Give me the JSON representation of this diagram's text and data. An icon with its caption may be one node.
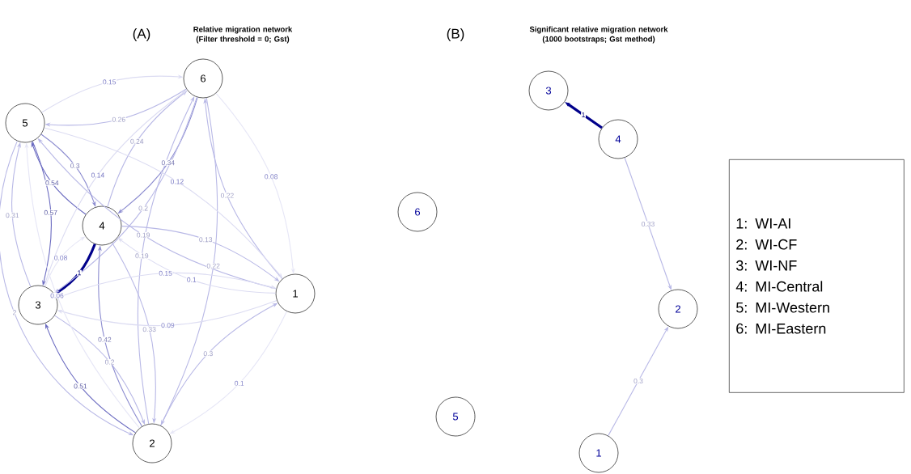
{
  "diagram": {
    "nodes": [
      {
        "text": [
          "1"
        ]
      },
      {
        "text": [
          "2"
        ]
      },
      {
        "text": [
          "3"
        ]
      },
      {
        "text": [
          "4"
        ]
      },
      {
        "text": [
          "5"
        ]
      },
      {
        "text": [
          "6"
        ]
      },
      {
        "text": [
          "1"
        ]
      },
      {
        "text": [
          "2"
        ]
      },
      {
        "text": [
          "3"
        ]
      },
      {
        "text": [
          "4"
        ]
      },
      {
        "text": [
          "5"
        ]
      },
      {
        "text": [
          "6"
        ]
      },
      {
        "text": [
          "1: WI-AI",
          "2: WI-CF",
          "3: WI-NF",
          "4: MI-Central",
          "5: MI-Western",
          "6: MI-Eastern"
        ]
      }
    ],
    "edges": [
      {
        "from": 5,
        "to": 4,
        "arrow": "to",
        "label": "0.26"
      },
      {
        "from": 5,
        "to": 3,
        "arrow": "to",
        "label": "0.34",
        "color": "#8c8cd0"
      },
      {
        "from": 4,
        "to": 5,
        "arrow": "to",
        "label": "0.15",
        "color": "#dcdcf2"
      },
      {
        "from": 3,
        "to": 4,
        "arrow": "to",
        "label": "0.54",
        "color": "#6a6ac0"
      },
      {
        "from": 2,
        "to": 4,
        "arrow": "to",
        "label": "0.31"
      },
      {
        "from": 4,
        "to": 2,
        "arrow": "to",
        "label": "0.57",
        "color": "#6a6ac0"
      },
      {
        "from": 0,
        "to": 4,
        "arrow": "to",
        "label": "0.19"
      },
      {
        "from": 3,
        "to": 5,
        "arrow": "to",
        "label": "0.24"
      },
      {
        "from": 1,
        "to": 5,
        "arrow": "to",
        "label": "0.19"
      },
      {
        "from": 3,
        "to": 0,
        "arrow": "to",
        "label": "0.13"
      },
      {
        "from": 0,
        "to": 5,
        "arrow": "to",
        "label": "0.22"
      },
      {
        "from": 4,
        "to": 3,
        "arrow": "to",
        "label": "0.3",
        "color": "#8c8cd0"
      },
      {
        "from": 4,
        "to": 1,
        "arrow": "to",
        "label": "2"
      },
      {
        "from": 2,
        "to": 1,
        "arrow": "to",
        "label": "0.2"
      },
      {
        "from": 3,
        "to": 1,
        "arrow": "to",
        "label": "0.33"
      },
      {
        "from": 5,
        "to": 1,
        "arrow": "to",
        "label": "0.22"
      },
      {
        "from": 3,
        "to": 2,
        "arrow": "to",
        "label": "1",
        "style": "thick",
        "color": "#00008b"
      },
      {
        "from": 5,
        "to": 2,
        "arrow": "to",
        "label": "0.2"
      },
      {
        "from": 1,
        "to": 3,
        "arrow": "to",
        "label": "0.42",
        "color": "#8c8cd0"
      },
      {
        "from": 2,
        "to": 5,
        "arrow": "to",
        "label": "0.14",
        "color": "#dcdcf2"
      },
      {
        "from": 2,
        "to": 0,
        "arrow": "to",
        "label": "0.15",
        "color": "#dcdcf2"
      },
      {
        "from": 0,
        "to": 3,
        "arrow": "to",
        "label": "0.1",
        "color": "#dcdcf2"
      },
      {
        "from": 0,
        "to": 2,
        "arrow": "to",
        "label": "0.09",
        "color": "#dcdcf2"
      },
      {
        "from": 4,
        "to": 0,
        "arrow": "to",
        "label": "0.12",
        "color": "#dcdcf2"
      },
      {
        "from": 1,
        "to": 0,
        "arrow": "to",
        "label": "0.3"
      },
      {
        "from": 1,
        "to": 2,
        "arrow": "to",
        "label": "0.51",
        "color": "#6a6ac0"
      },
      {
        "from": 5,
        "to": 0,
        "arrow": "to",
        "label": "0.08",
        "color": "#e6e6f6"
      },
      {
        "from": 0,
        "to": 1,
        "arrow": "to",
        "label": "0.1",
        "color": "#e6e6f6"
      },
      {
        "from": 2,
        "to": 3,
        "arrow": "to",
        "label": "0.08",
        "color": "#e6e6f6"
      },
      {
        "from": 1,
        "to": 4,
        "arrow": "to",
        "label": "0.06",
        "color": "#e6e6f6"
      },
      {
        "from": 9,
        "to": 8,
        "arrow": "to",
        "label": "1",
        "style": "thick",
        "color": "#00008b"
      },
      {
        "from": 9,
        "to": 7,
        "arrow": "to",
        "label": "0.33"
      },
      {
        "from": 6,
        "to": 7,
        "arrow": "to",
        "label": "0.3"
      }
    ],
    "labels": [
      "(A)",
      "Relative migration network (Filter threshold = 0; Gst)",
      "(B)",
      "Significant relative migration network (1000 bootstraps; Gst method)"
    ]
  }
}
